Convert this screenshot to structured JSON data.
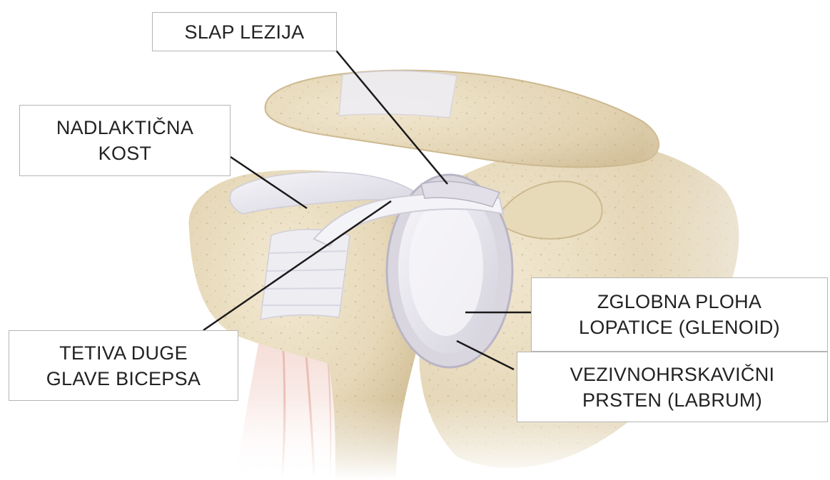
{
  "labels": {
    "slap_lesion": {
      "lines": [
        "SLAP LEZIJA"
      ]
    },
    "humerus": {
      "lines": [
        "NADLAKTIČNA",
        "KOST"
      ]
    },
    "biceps_tendon": {
      "lines": [
        "TETIVA DUGE",
        "GLAVE BICEPSA"
      ]
    },
    "glenoid": {
      "lines": [
        "ZGLOBNA PLOHA",
        "LOPATICE (GLENOID)"
      ]
    },
    "labrum": {
      "lines": [
        "VEZIVNOHRSKAVIČNI",
        "PRSTEN (LABRUM)"
      ]
    }
  },
  "colors": {
    "bone": "#e8dcc0",
    "bone_shadow": "#cdbb95",
    "cartilage": "#ecebf1",
    "cartilage_shadow": "#c9c7d3",
    "tendon": "#f2f0f4",
    "muscle": "#e9b8ac",
    "leader_line": "#1a1a1a",
    "label_border": "#b5b5b5",
    "label_text": "#222222"
  }
}
